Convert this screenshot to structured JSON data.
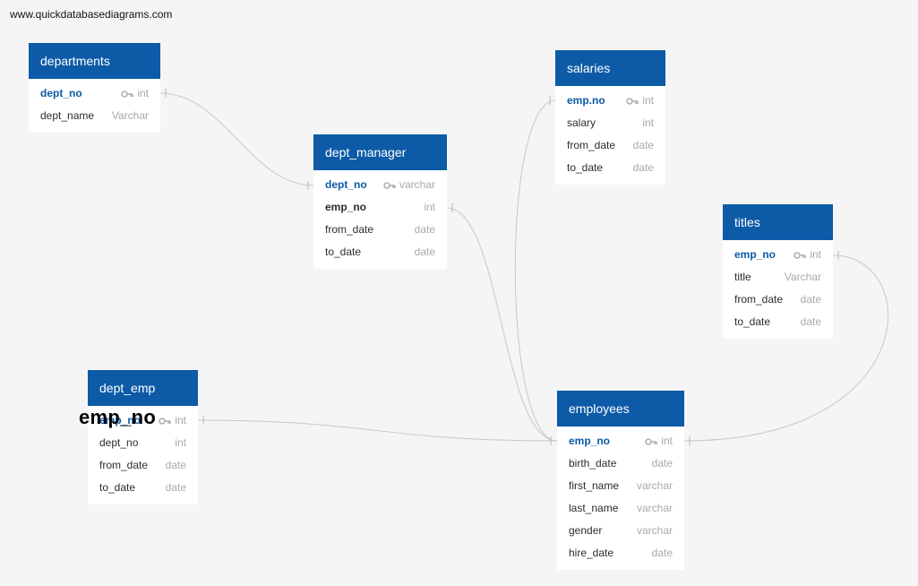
{
  "site_url": "www.quickdatabasediagrams.com",
  "overlay_label": "emp_no",
  "tables": {
    "departments": {
      "title": "departments",
      "rows": [
        {
          "name": "dept_no",
          "type": "int",
          "pk": true
        },
        {
          "name": "dept_name",
          "type": "Varchar"
        }
      ]
    },
    "dept_manager": {
      "title": "dept_manager",
      "rows": [
        {
          "name": "dept_no",
          "type": "varchar",
          "pk": true
        },
        {
          "name": "emp_no",
          "type": "int"
        },
        {
          "name": "from_date",
          "type": "date"
        },
        {
          "name": "to_date",
          "type": "date"
        }
      ]
    },
    "salaries": {
      "title": "salaries",
      "rows": [
        {
          "name": "emp.no",
          "type": "int",
          "pk": true
        },
        {
          "name": "salary",
          "type": "int"
        },
        {
          "name": "from_date",
          "type": "date"
        },
        {
          "name": "to_date",
          "type": "date"
        }
      ]
    },
    "titles": {
      "title": "titles",
      "rows": [
        {
          "name": "emp_no",
          "type": "int",
          "pk": true
        },
        {
          "name": "title",
          "type": "Varchar"
        },
        {
          "name": "from_date",
          "type": "date"
        },
        {
          "name": "to_date",
          "type": "date"
        }
      ]
    },
    "dept_emp": {
      "title": "dept_emp",
      "rows": [
        {
          "name": "emp_no",
          "type": "int",
          "pk": true
        },
        {
          "name": "dept_no",
          "type": "int"
        },
        {
          "name": "from_date",
          "type": "date"
        },
        {
          "name": "to_date",
          "type": "date"
        }
      ]
    },
    "employees": {
      "title": "employees",
      "rows": [
        {
          "name": "emp_no",
          "type": "int",
          "pk": true
        },
        {
          "name": "birth_date",
          "type": "date"
        },
        {
          "name": "first_name",
          "type": "varchar"
        },
        {
          "name": "last_name",
          "type": "varchar"
        },
        {
          "name": "gender",
          "type": "varchar"
        },
        {
          "name": "hire_date",
          "type": "date"
        }
      ]
    }
  },
  "colors": {
    "header": "#0d5ba7",
    "background": "#f4f5f4",
    "connector": "#c8c8c8",
    "type_text": "#a9a9a9"
  },
  "icons": {
    "primary_key": "key-icon"
  }
}
